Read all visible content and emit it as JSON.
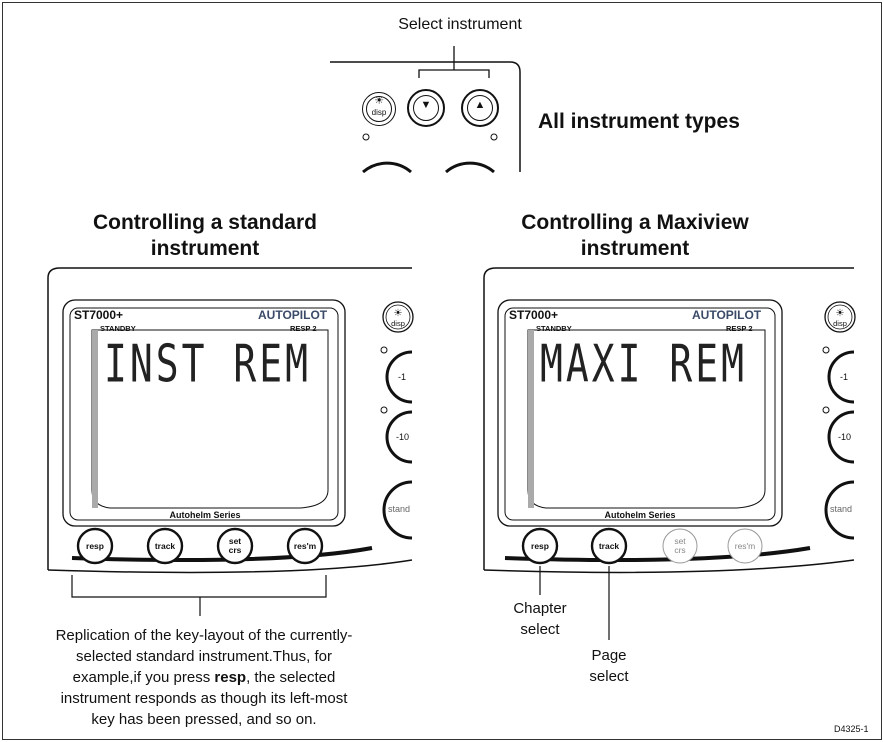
{
  "top": {
    "select_label": "Select instrument",
    "types_label": "All instrument types",
    "disp_label": "disp"
  },
  "left": {
    "heading_line1": "Controlling a standard",
    "heading_line2": "instrument",
    "brand": "ST7000+",
    "autopilot": "AUTOPILOT",
    "standby": "STANDBY",
    "resp": "RESP 2",
    "display": "INST REM",
    "series": "Autohelm Series",
    "keys": [
      "resp",
      "track",
      "set",
      "crs",
      "res'm"
    ],
    "side_disp": "disp",
    "side_keys": [
      "-1",
      "-10",
      "stand"
    ]
  },
  "right": {
    "heading_line1": "Controlling a Maxiview",
    "heading_line2": "instrument",
    "brand": "ST7000+",
    "autopilot": "AUTOPILOT",
    "standby": "STANDBY",
    "resp": "RESP 2",
    "display": "MAXI REM",
    "series": "Autohelm Series",
    "keys": [
      "resp",
      "track",
      "set",
      "crs",
      "res'm"
    ],
    "side_disp": "disp",
    "side_keys": [
      "-1",
      "-10",
      "stand"
    ]
  },
  "notes": {
    "replication_lines": [
      "Replication of the key-layout of the currently-",
      "selected standard instrument.Thus, for",
      "example,if you press ",
      "resp",
      ", the selected",
      "instrument responds as though its left-most",
      "key has been pressed, and so on."
    ],
    "chapter_line1": "Chapter",
    "chapter_line2": "select",
    "page_line1": "Page",
    "page_line2": "select"
  },
  "figure_code": "D4325-1"
}
